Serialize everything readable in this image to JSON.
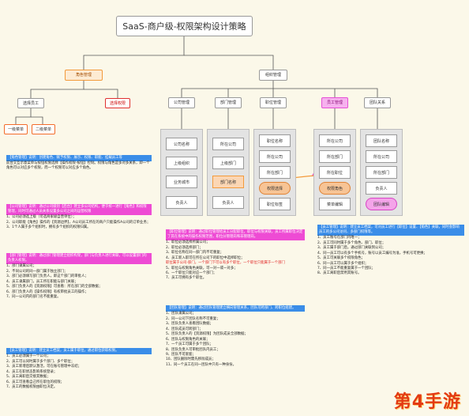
{
  "title": "SaaS-商户级-权限架构设计策略",
  "tree": {
    "left_root": "角色管理",
    "right_root": "组织管理",
    "left_children": [
      "选择员工",
      "选择权限"
    ],
    "left_grand": [
      "一级菜单",
      "二级菜单"
    ],
    "right_children": [
      "公司管理",
      "部门管理",
      "职位管理",
      "员工管理",
      "团队关系"
    ]
  },
  "columns": [
    {
      "items": [
        "公司名称",
        "上级组织",
        "业务城市",
        "负责人"
      ]
    },
    {
      "items": [
        "所在公司",
        "上级部门",
        "部门名称",
        "负责人"
      ]
    },
    {
      "items": [
        "职位名称",
        "所在公司",
        "所在部门",
        "权限选择",
        "职位标签"
      ]
    },
    {
      "items": [
        "所在公司",
        "所在部门",
        "所在职位",
        "权限角色",
        "菜单编辑"
      ]
    },
    {
      "items": [
        "团队名称",
        "所在公司",
        "所在部门",
        "负责人",
        "团队编辑"
      ]
    }
  ],
  "notes": {
    "n1": {
      "hdr": "【角色管理】说明：创建角色、赋予权限、展示、权限、职能、挂载员工等",
      "body": [
        "前台交互示意菜单与按钮权限选择【操作权限-按钮】控制。权限与角色是多对多关系，即一个角色可以对应多个权限，而一个权限可以对应多个角色。"
      ]
    },
    "n2": {
      "hdr": "【公司管理】说明：通过公司级别【后台】建立多公司结构，便于统一进行【角色】和权限管理，同时可通过人员关系设置多公司之间的运营权限",
      "body": [
        "1、公司必须选上级（可选商家级自营单位）；",
        "2、公司职能【角色】操作的【资源边界】，A公司员工所在的商户只能操作A公司的订单业务；",
        "3、1个人属于多个组织时，拥有多个组织的权限归属。"
      ]
    },
    "n3": {
      "hdr": "【部门管理】说明：通过部门管理建立组织构架，部门与负责人进行关联，可以设置部门的负责人权限。",
      "body": [
        "1、部门隶属公司；",
        "2、不同公司的同一部门属于独立部门；",
        "3、部门必须填写部门负责人，即这个部门的审批人；",
        "4、员工隶属部门，员工所在职能与部门关联；",
        "5、部门负责人的【资源权限】可查看：所在部门的全部数据；",
        "6、部门负责人的【操作权限】有权审批员工的操作；",
        "7、同一公司内的部门名不能重复。"
      ]
    },
    "n4": {
      "hdr": "【职位管理】说明：通过职位管理给员工分配职位，职位与权限关联，员工所属职位决定了其在系统中的操作权限范围，职位分管理岗和非管理岗。",
      "body": [
        "1、职位必须选择所属公司；",
        "2、职位必须选择部门；",
        "3、职位名称在同一部门内不可重复；",
        "4、员工新入职可在所在公司下的职位中选择职位；",
        "5、职位与权限角色关联，可一对一或一对多；",
        "6、一个职位只能对应一个部门；",
        "7、员工可拥有多个职位。"
      ],
      "red": "职位属于公司-部门，一个部门下可以有多个职位，一个职位只能属于一个部门"
    },
    "n5": {
      "hdr": "【员工管理】说明：建立员工档案，员工属于职位，通过职位获取权限。",
      "body": [
        "1、员工必须属于一个公司；",
        "2、员工可以同时属于多个部门、多个职位；",
        "3、员工新增后默认激活，可在账号管理中冻结；",
        "4、员工在职状态影响系统登录；",
        "5、员工离职后交接其数据；",
        "6、员工可查看自己所在职位的权限；",
        "7、员工的数据权限由职位决定。"
      ]
    },
    "n6": {
      "hdr": "【团队管理】说明：通过团队管理建立横向管理关系，团队可跨部门、跨职位组建。",
      "body": [
        "1、团队隶属公司；",
        "2、同一公司下团队名称不可重复；",
        "3、团队负责人查看团队数据；",
        "4、团队成员可跨部门；",
        "5、团队负责人的【资源权限】为团队成员全部数据；",
        "6、团队与权限角色的关联；",
        "7、一个员工可属于多个团队；",
        "8、团队负责人可审批团队内员工；",
        "9、团队不可嵌套；",
        "10、团队删除时需先移除成员；",
        "11、同一个员工在同一团队中只有一种身份。"
      ]
    },
    "n7": {
      "hdr": "【员工管理】说明：建立员工档案，可对员工进行【职位】设置、【角色】关联，同时会影响员工的多公司访问、多部门权限等。",
      "body": [
        "1、员工账号在部门内唯一；",
        "2、员工可同时属于多个角色、部门、职位；",
        "3、员工属于部门后，通过部门关联到公司；",
        "4、同一员工可以有多个手机号，账号以员工编号为准，手机号可更换；",
        "5、员工可关联多个权限角色；",
        "6、同一员工可以属于多个组织；",
        "7、同一员工不能重复属于一个团队；",
        "8、员工离职后禁用其账号。"
      ]
    }
  },
  "watermark": "第4手游",
  "colors": {
    "background": "#fbf8e9",
    "blue": "#3a8de8",
    "pink": "#ee4bd4",
    "orange": "#f39a3b",
    "red": "#e02020"
  }
}
